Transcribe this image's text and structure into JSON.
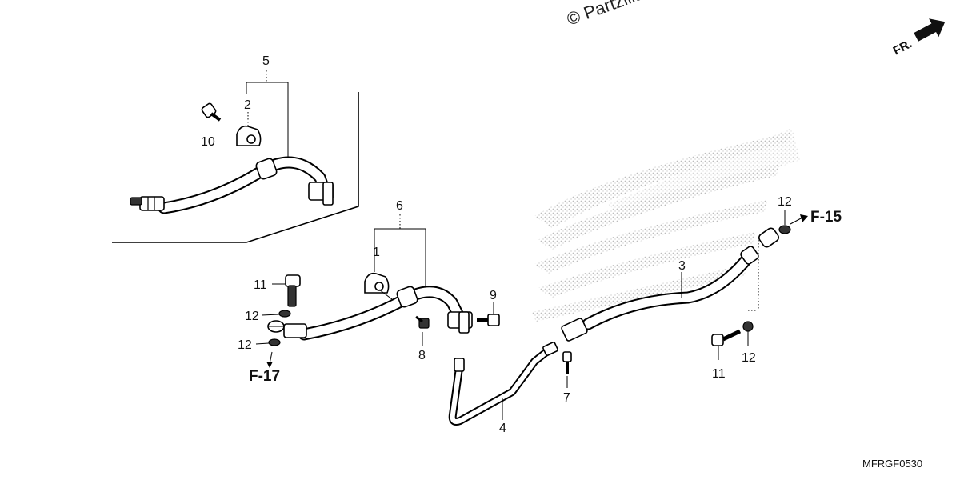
{
  "watermark": "© Partzilla",
  "direction_label": "FR.",
  "callouts": {
    "c1": "1",
    "c2": "2",
    "c3": "3",
    "c4": "4",
    "c5": "5",
    "c6": "6",
    "c7": "7",
    "c8": "8",
    "c9": "9",
    "c10": "10",
    "c11_left": "11",
    "c11_right": "11",
    "c12_left_upper": "12",
    "c12_left_lower": "12",
    "c12_right_upper": "12",
    "c12_right_lower": "12"
  },
  "refs": {
    "f17": "F-17",
    "f15": "F-15"
  },
  "diagram_code": "MFRGF0530"
}
